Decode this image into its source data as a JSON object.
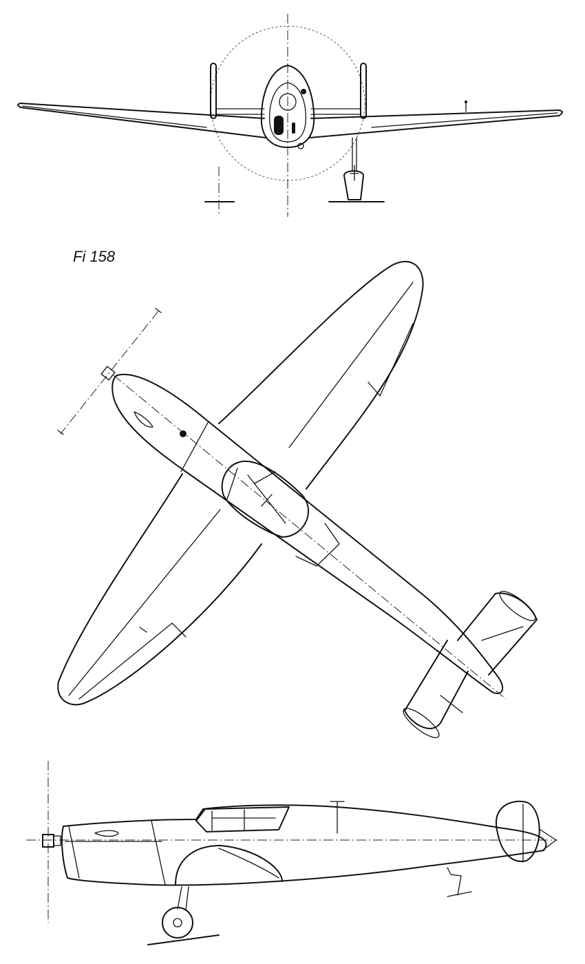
{
  "drawing": {
    "aircraft_label": "Fi 158",
    "views": [
      "front-view",
      "top-view",
      "side-view"
    ]
  }
}
